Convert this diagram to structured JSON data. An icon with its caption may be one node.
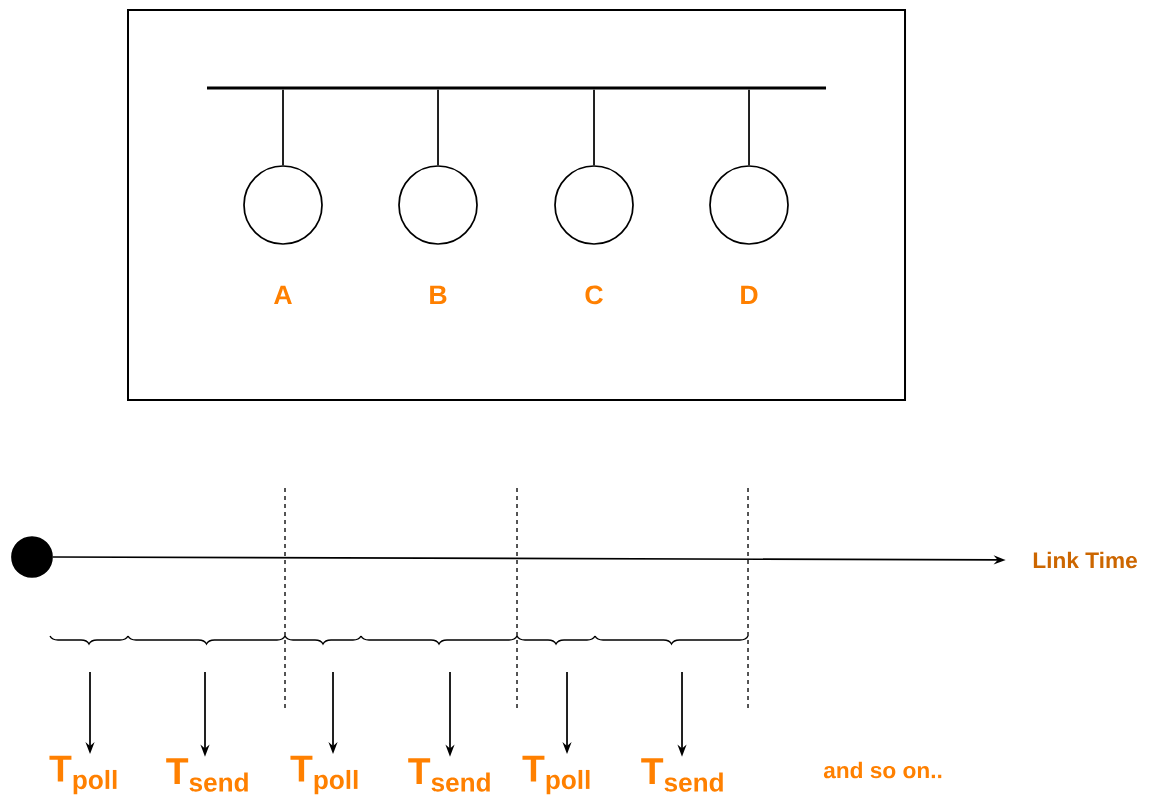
{
  "diagram": {
    "nodes": [
      {
        "text": [],
        "shape": "box"
      },
      {
        "text": [],
        "shape": "bar",
        "in": 0
      },
      {
        "text": [],
        "shape": "circle",
        "in": 0,
        "beside": [
          "A"
        ]
      },
      {
        "text": [],
        "shape": "circle",
        "in": 0,
        "beside": [
          "B"
        ]
      },
      {
        "text": [],
        "shape": "circle",
        "in": 0,
        "beside": [
          "C"
        ]
      },
      {
        "text": [],
        "shape": "circle",
        "in": 0,
        "beside": [
          "D"
        ]
      },
      {
        "text": [],
        "shape": "circle"
      },
      {
        "text": [
          "Link Time"
        ]
      },
      {
        "text": [
          "T$_{poll}$"
        ]
      },
      {
        "text": [
          "T$_{send}$"
        ]
      },
      {
        "text": [
          "T$_{poll}$"
        ]
      },
      {
        "text": [
          "T$_{send}$"
        ]
      },
      {
        "text": [
          "T$_{poll}$"
        ]
      },
      {
        "text": [
          "T$_{send}$"
        ]
      }
    ],
    "edges": [
      {
        "from": 1,
        "to": 2,
        "arrow": "none"
      },
      {
        "from": 1,
        "to": 3,
        "arrow": "none"
      },
      {
        "from": 1,
        "to": 4,
        "arrow": "none"
      },
      {
        "from": 1,
        "to": 5,
        "arrow": "none"
      },
      {
        "from": 6,
        "to": 7,
        "arrow": "to"
      },
      {
        "from": null,
        "to": 8,
        "arrow": "to"
      },
      {
        "from": null,
        "to": 9,
        "arrow": "to"
      },
      {
        "from": null,
        "to": 10,
        "arrow": "to"
      },
      {
        "from": null,
        "to": 11,
        "arrow": "to"
      },
      {
        "from": null,
        "to": 12,
        "arrow": "to"
      },
      {
        "from": null,
        "to": 13,
        "arrow": "to"
      }
    ],
    "labels": [
      "and so on.."
    ]
  }
}
